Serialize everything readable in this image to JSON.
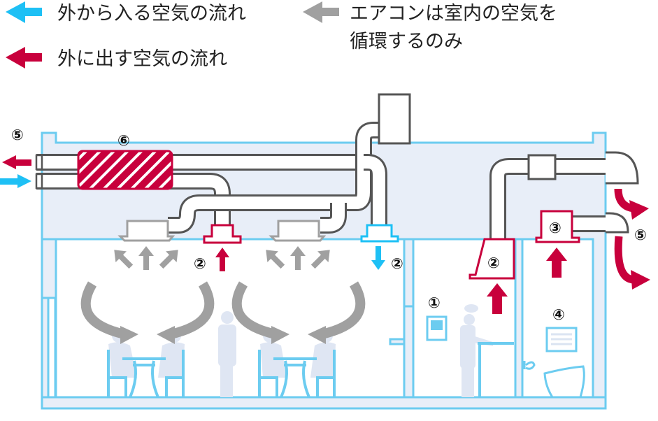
{
  "legend": {
    "items": [
      {
        "key": "outside-in",
        "label": "外から入る空気の流れ",
        "color": "#1ec0f5"
      },
      {
        "key": "inside-out",
        "label": "外に出す空気の流れ",
        "color": "#c8003c"
      },
      {
        "key": "ac-circulation",
        "label_line1": "エアコンは室内の空気を",
        "label_line2": "循環するのみ",
        "color": "#a0a0a0"
      }
    ]
  },
  "markers": {
    "m1": "①",
    "m2": "②",
    "m3": "③",
    "m4": "④",
    "m5": "⑤",
    "m6": "⑥"
  },
  "colors": {
    "intake": "#1ec0f5",
    "exhaust": "#c8003c",
    "circulation": "#a0a0a0",
    "wall": "#6cccf0",
    "wall_fill": "#e8eef8",
    "duct": "#555555"
  }
}
